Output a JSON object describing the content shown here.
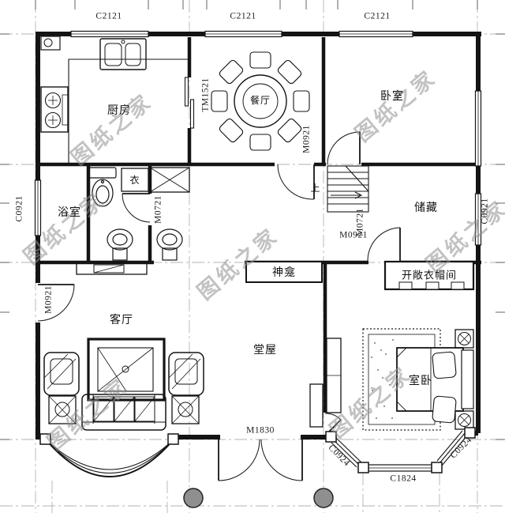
{
  "watermark": "图纸之家",
  "rooms": {
    "kitchen": "厨房",
    "dining": "餐厅",
    "bedroom_top": "卧室",
    "bathroom": "浴室",
    "closet": "衣",
    "storage": "储藏",
    "shrine": "神龛",
    "cloakroom": "开敞衣帽间",
    "living_room": "客厅",
    "main_hall": "堂屋",
    "bedroom_main": "室卧",
    "stairs_up": "上"
  },
  "labels": {
    "window_top_1": "C2121",
    "window_top_2": "C2121",
    "window_top_3": "C2121",
    "sliding_door_dining": "TM1521",
    "door_dining": "M0921",
    "window_bathroom_left": "C0921",
    "door_living_left": "M0921",
    "door_bathroom": "M0721",
    "door_hall": "M0921",
    "door_storage": "M0721",
    "window_storage_right": "C0921",
    "door_entrance": "M1830",
    "bay_window_left_diagonal": "C0924",
    "bay_window_front": "C1824",
    "bay_window_right_diagonal": "C0924"
  }
}
